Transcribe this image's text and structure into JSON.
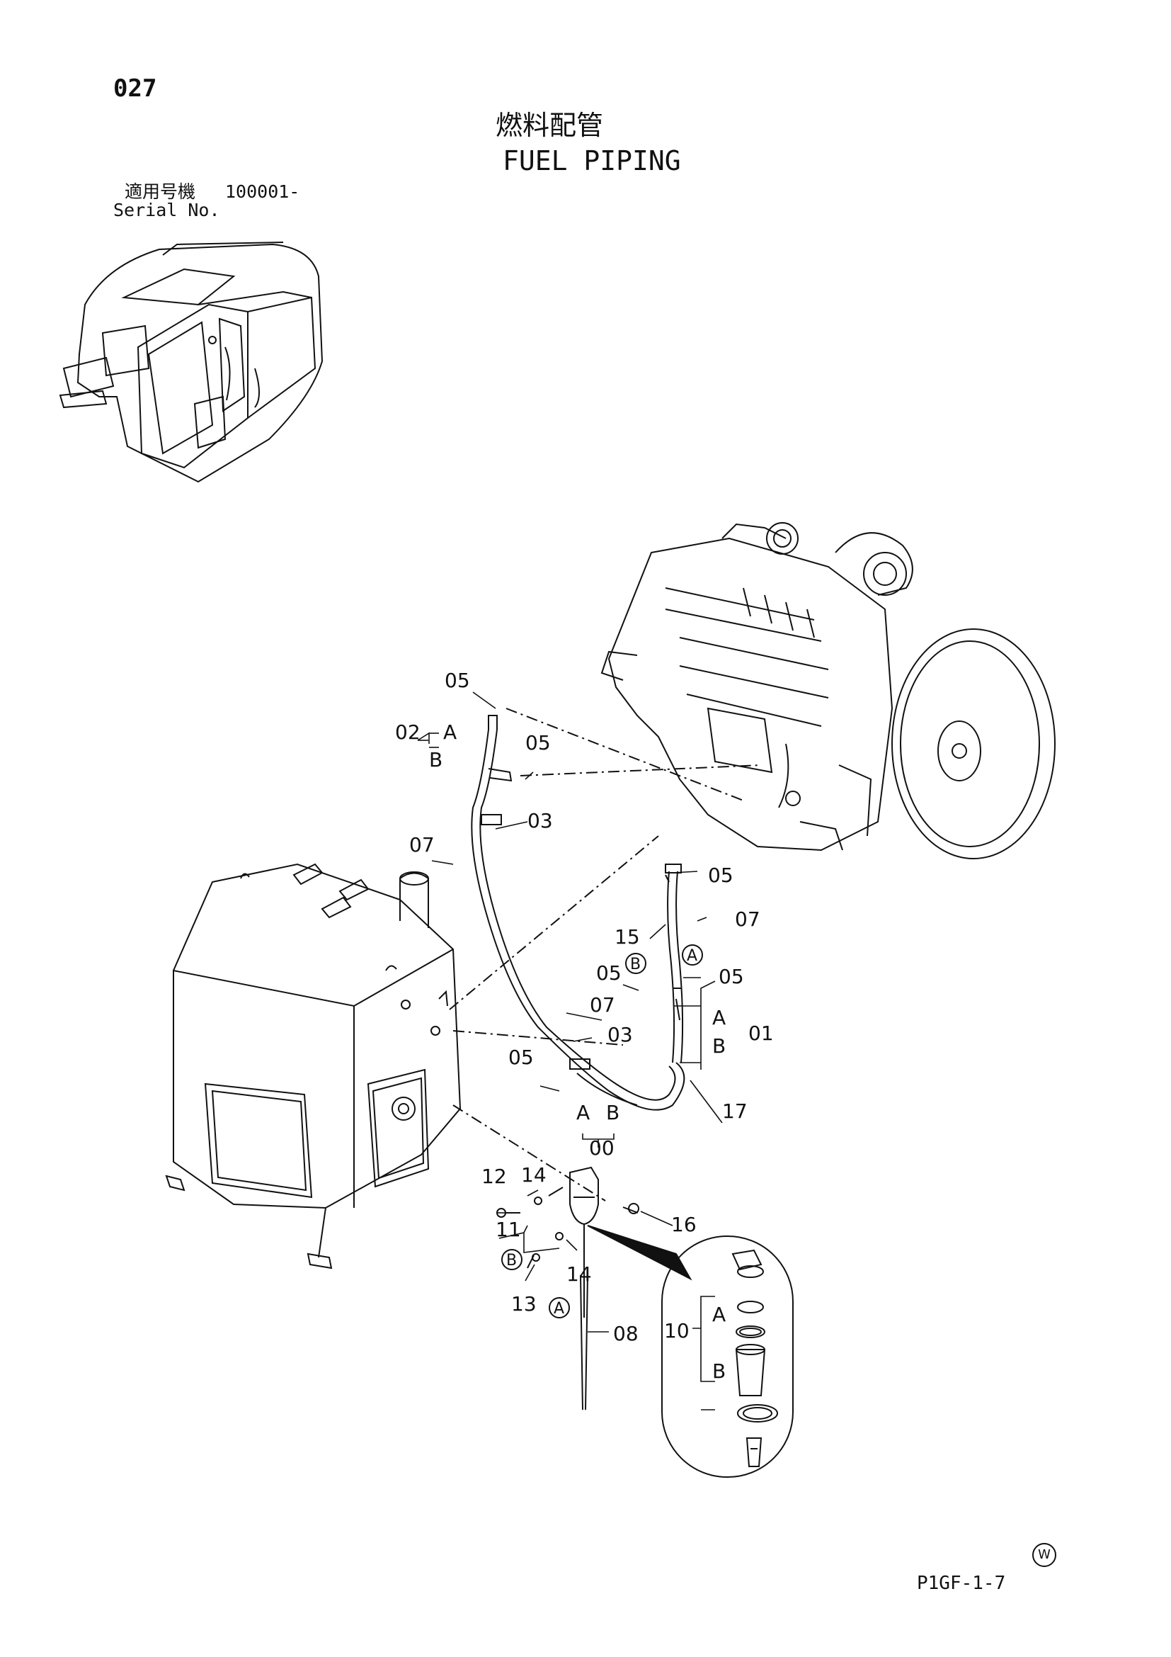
{
  "header": {
    "page_number": "027",
    "title_jp": "燃料配管",
    "title_en": "FUEL PIPING",
    "serial_label_jp": "適用号機",
    "serial_value": "100001-",
    "serial_label_en": "Serial No."
  },
  "callouts": [
    {
      "id": "c-05-top",
      "text": "05"
    },
    {
      "id": "c-02",
      "text": "02"
    },
    {
      "id": "c-02-A",
      "text": "A"
    },
    {
      "id": "c-02-B",
      "text": "B"
    },
    {
      "id": "c-05-mid",
      "text": "05"
    },
    {
      "id": "c-03-top",
      "text": "03"
    },
    {
      "id": "c-07-left",
      "text": "07"
    },
    {
      "id": "c-05-right",
      "text": "05"
    },
    {
      "id": "c-07-right",
      "text": "07"
    },
    {
      "id": "c-15",
      "text": "15"
    },
    {
      "id": "c-05-b",
      "text": "05"
    },
    {
      "id": "c-05-a",
      "text": "05"
    },
    {
      "id": "c-07-center",
      "text": "07"
    },
    {
      "id": "c-01-A",
      "text": "A"
    },
    {
      "id": "c-01",
      "text": "01"
    },
    {
      "id": "c-01-B",
      "text": "B"
    },
    {
      "id": "c-03-low",
      "text": "03"
    },
    {
      "id": "c-05-low",
      "text": "05"
    },
    {
      "id": "c-17",
      "text": "17"
    },
    {
      "id": "c-00-A",
      "text": "A"
    },
    {
      "id": "c-00-B",
      "text": "B"
    },
    {
      "id": "c-00",
      "text": "00"
    },
    {
      "id": "c-12",
      "text": "12"
    },
    {
      "id": "c-14-top",
      "text": "14"
    },
    {
      "id": "c-11",
      "text": "11"
    },
    {
      "id": "c-16",
      "text": "16"
    },
    {
      "id": "c-13",
      "text": "13"
    },
    {
      "id": "c-14-low",
      "text": "14"
    },
    {
      "id": "c-08",
      "text": "08"
    },
    {
      "id": "c-10-A",
      "text": "A"
    },
    {
      "id": "c-10",
      "text": "10"
    },
    {
      "id": "c-10-B",
      "text": "B"
    }
  ],
  "circled_markers": [
    {
      "id": "m-B-upper",
      "text": "B"
    },
    {
      "id": "m-A-upper",
      "text": "A"
    },
    {
      "id": "m-B-lower",
      "text": "B"
    },
    {
      "id": "m-A-lower",
      "text": "A"
    }
  ],
  "footer": {
    "watermark_symbol": "W",
    "drawing_code": "P1GF-1-7"
  }
}
